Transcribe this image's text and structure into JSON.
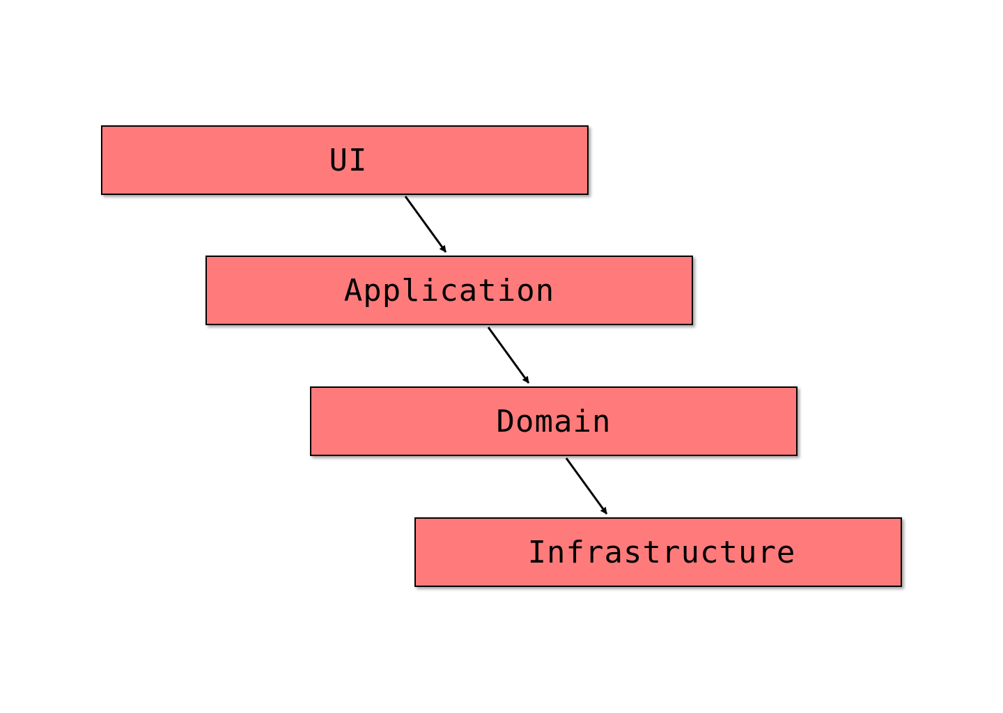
{
  "diagram": {
    "fill_color": "#FF7B7B",
    "border_color": "#000000",
    "arrow_color": "#000000",
    "layers": [
      {
        "id": "ui",
        "label": "UI"
      },
      {
        "id": "application",
        "label": "Application"
      },
      {
        "id": "domain",
        "label": "Domain"
      },
      {
        "id": "infrastructure",
        "label": "Infrastructure"
      }
    ],
    "edges": [
      {
        "from": "ui",
        "to": "application"
      },
      {
        "from": "application",
        "to": "domain"
      },
      {
        "from": "domain",
        "to": "infrastructure"
      }
    ]
  }
}
